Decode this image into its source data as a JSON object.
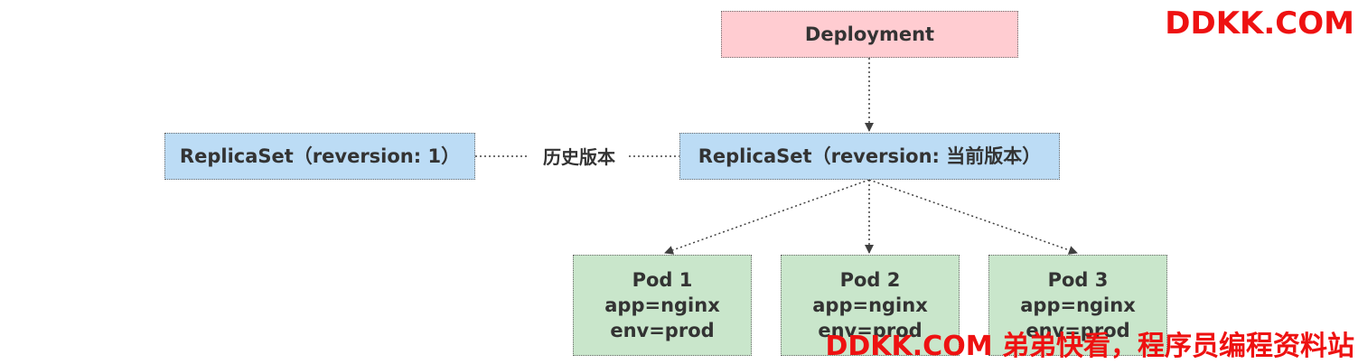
{
  "diagram": {
    "deployment": {
      "label": "Deployment"
    },
    "replicaset_old": {
      "label": "ReplicaSet（reversion: 1）"
    },
    "replicaset_current": {
      "label": "ReplicaSet（reversion: 当前版本）"
    },
    "history_edge_label": "历史版本",
    "pods": [
      {
        "name": "Pod 1",
        "app": "app=nginx",
        "env": "env=prod"
      },
      {
        "name": "Pod 2",
        "app": "app=nginx",
        "env": "env=prod"
      },
      {
        "name": "Pod 3",
        "app": "app=nginx",
        "env": "env=prod"
      }
    ]
  },
  "watermark": {
    "top": "DDKK.COM",
    "bottom": "DDKK.COM 弟弟快看，程序员编程资料站"
  },
  "colors": {
    "deployment_fill": "#ffccd1",
    "replicaset_fill": "#bcdcf5",
    "pod_fill": "#c9e6cb",
    "watermark": "#ee1111"
  }
}
